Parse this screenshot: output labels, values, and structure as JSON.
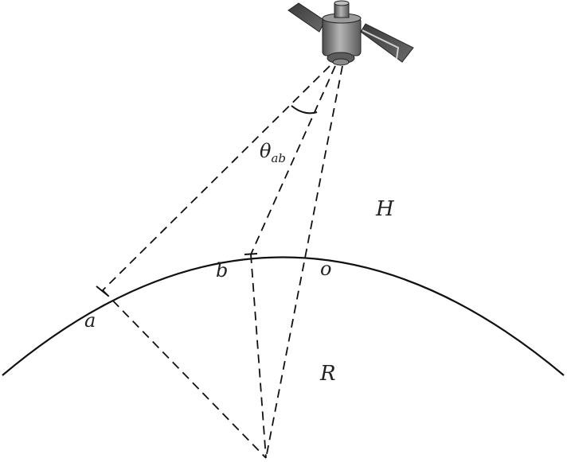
{
  "labels": {
    "theta": "θ",
    "theta_sub": "ab",
    "H": "H",
    "R": "R",
    "a": "a",
    "b": "b",
    "o": "o"
  },
  "icons": {
    "satellite": "satellite-icon"
  },
  "colors": {
    "line": "#111111",
    "satellite_body": "#7a7a7a",
    "satellite_panel": "#444444"
  }
}
